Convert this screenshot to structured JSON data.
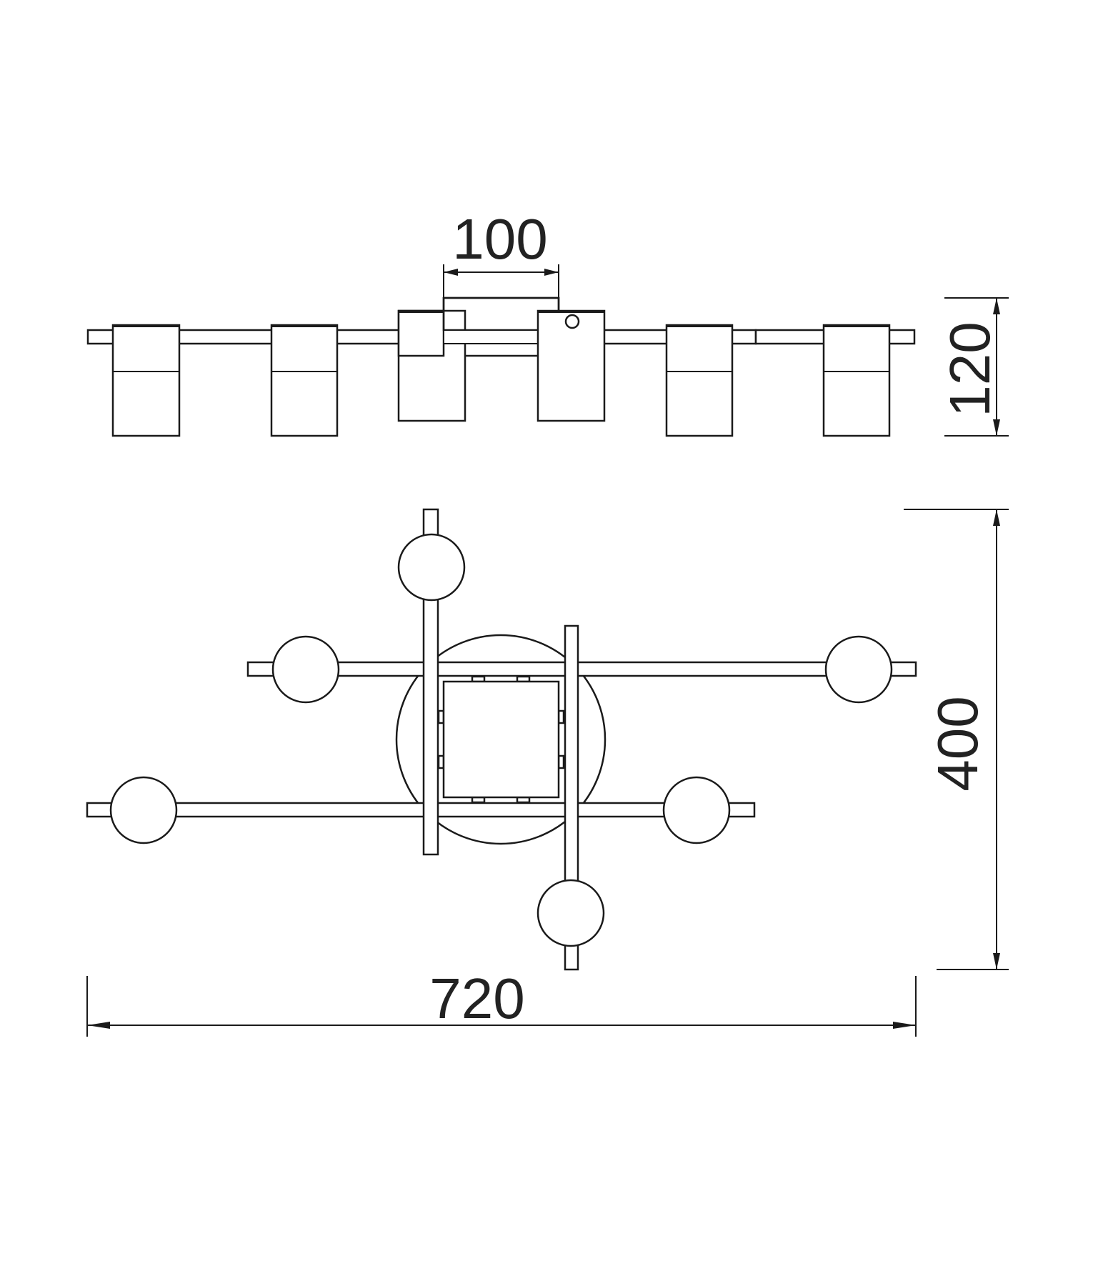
{
  "drawing": {
    "side_view": {
      "dimension_width": "100",
      "dimension_height": "120"
    },
    "top_view": {
      "dimension_depth": "400",
      "dimension_length": "720"
    },
    "colors": {
      "line": "#1a1a1a",
      "background": "#ffffff"
    }
  }
}
